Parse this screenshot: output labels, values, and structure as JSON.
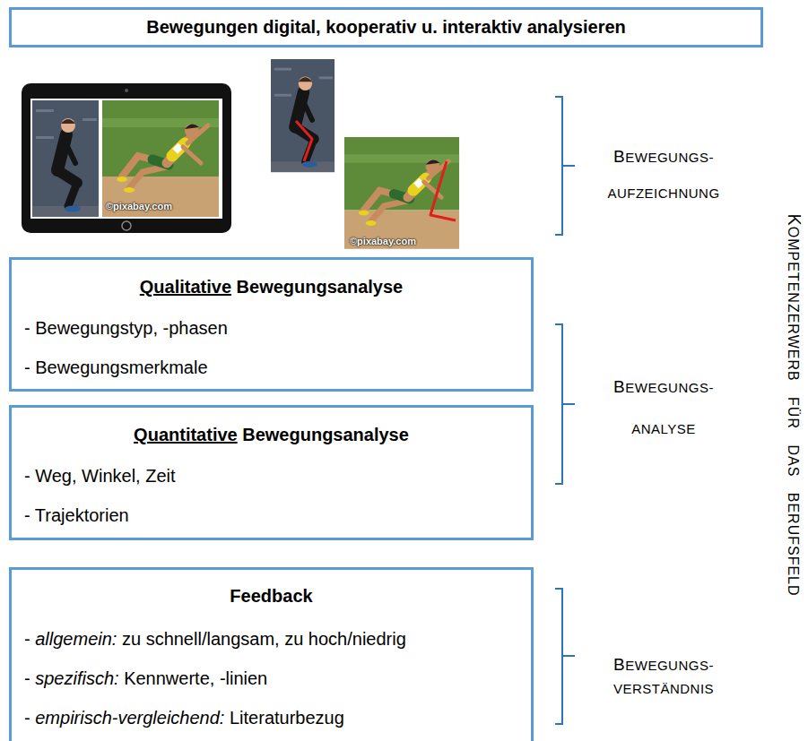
{
  "diagram": {
    "nodes": [
      {
        "text": [
          "Bewegungen digital, kooperativ u. interaktiv analysieren"
        ]
      },
      {
        "text": [
          "Qualitative Bewegungsanalyse",
          "- Bewegungstyp, -phasen",
          "- Bewegungsmerkmale"
        ]
      },
      {
        "text": [
          "Quantitative Bewegungsanalyse",
          "- Weg, Winkel, Zeit",
          "- Trajektorien"
        ]
      },
      {
        "text": [
          "Feedback",
          "- allgemein: zu schnell/langsam, zu hoch/niedrig",
          "- spezifisch: Kennwerte, -linien",
          "- empirisch-vergleichend: Literaturbezug"
        ]
      }
    ],
    "edges": [],
    "labels": [
      "©pixabay.com",
      "©pixabay.com",
      "BEWEGUNGS- AUFZEICHNUNG",
      "BEWEGUNGS- ANALYSE",
      "BEWEGUNGS- VERSTÄNDNIS",
      "KOMPETENZERWERB FÜR DAS BERUFSFELD"
    ]
  }
}
